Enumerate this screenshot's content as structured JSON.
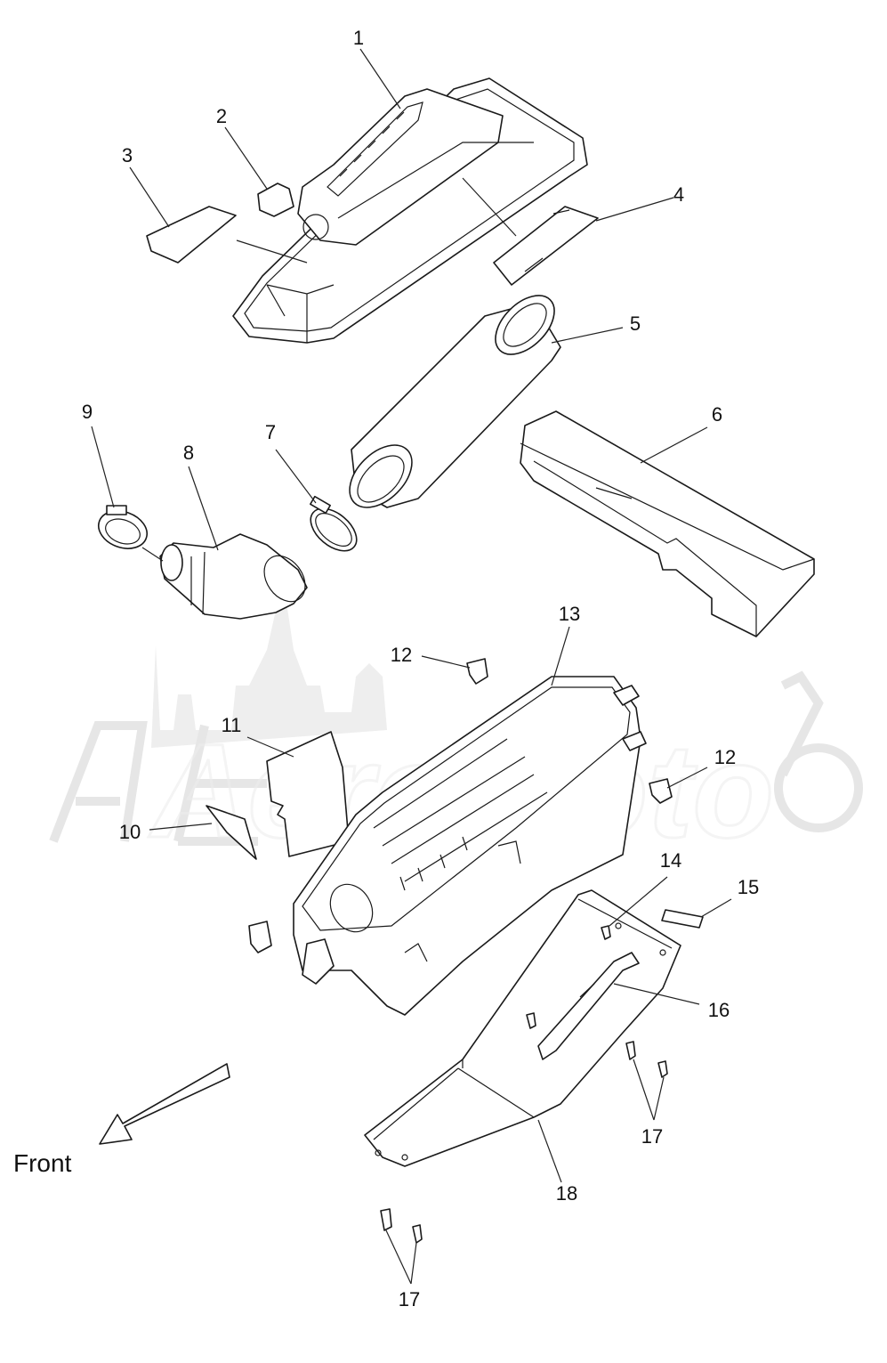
{
  "callouts": [
    "1",
    "2",
    "3",
    "4",
    "5",
    "6",
    "7",
    "8",
    "9",
    "10",
    "11",
    "12",
    "12",
    "13",
    "14",
    "15",
    "16",
    "17",
    "17",
    "18"
  ],
  "front_label": "Front",
  "watermark_text": "AeroMoto"
}
